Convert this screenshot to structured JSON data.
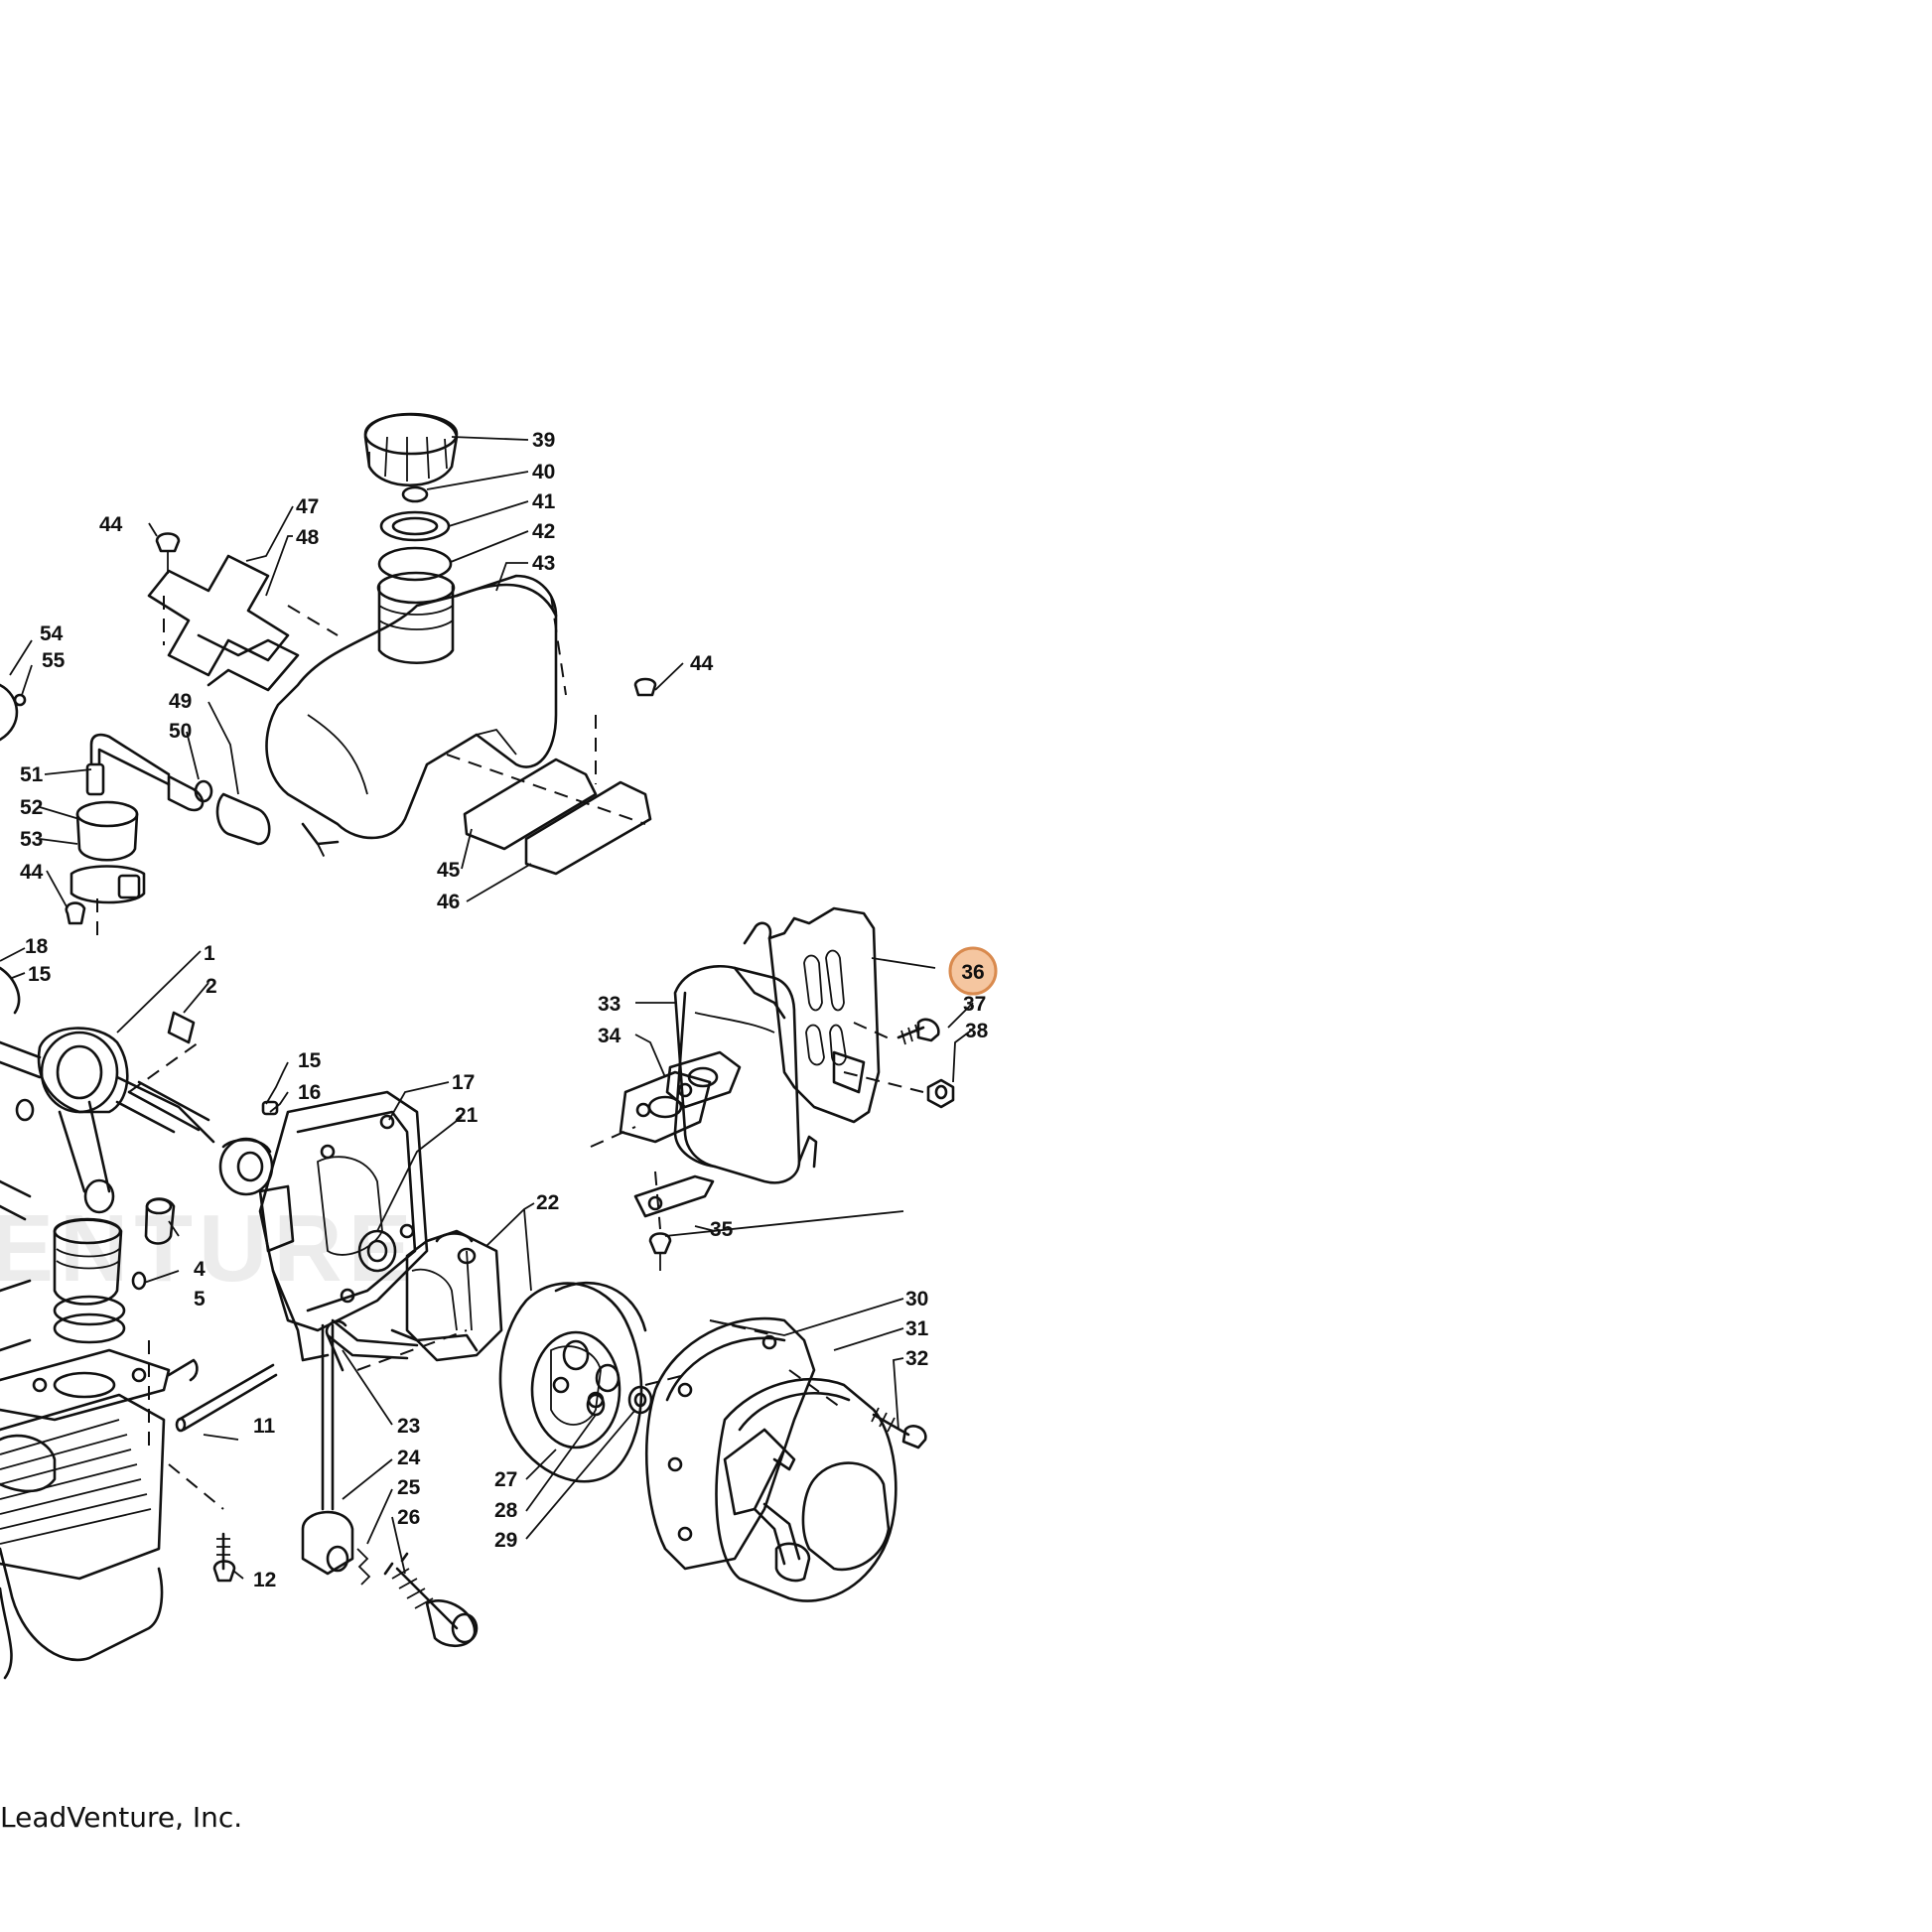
{
  "watermark": "ENTURE",
  "copyright": "LeadVenture, Inc.",
  "highlight": {
    "label": "36",
    "fill": "#f5c6a0",
    "stroke": "#d98a4e"
  },
  "callouts": [
    "1",
    "2",
    "4",
    "5",
    "11",
    "12",
    "15",
    "15",
    "16",
    "17",
    "18",
    "21",
    "22",
    "23",
    "24",
    "25",
    "26",
    "27",
    "28",
    "29",
    "30",
    "31",
    "32",
    "33",
    "34",
    "35",
    "37",
    "38",
    "39",
    "40",
    "41",
    "42",
    "43",
    "44",
    "44",
    "44",
    "45",
    "46",
    "47",
    "48",
    "49",
    "50",
    "51",
    "52",
    "53",
    "54",
    "55"
  ]
}
